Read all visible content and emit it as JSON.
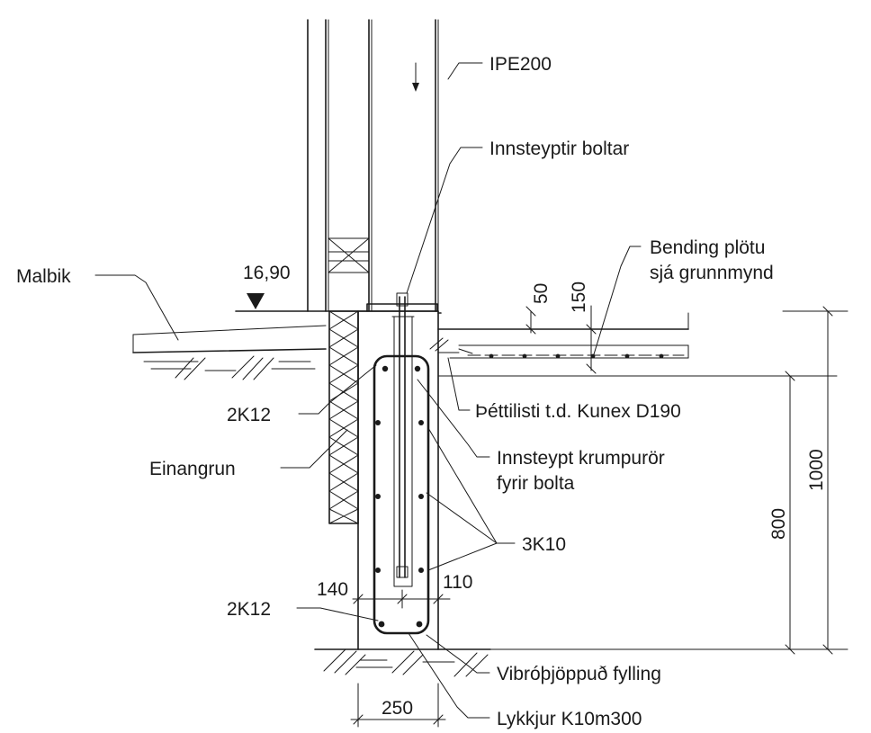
{
  "labels": {
    "ipe200": "IPE200",
    "innsteyptir_boltar": "Innsteyptir boltar",
    "bending_plotu_1": "Bending plötu",
    "bending_plotu_2": "sjá grunnmynd",
    "malbik": "Malbik",
    "elevation": "16,90",
    "dim_50": "50",
    "dim_150": "150",
    "pettilisti": "Þéttilisti t.d. Kunex D190",
    "k12_top": "2K12",
    "einangrun": "Einangrun",
    "krumpuror_1": "Innsteypt krumpurör",
    "krumpuror_2": "fyrir bolta",
    "dim_1000": "1000",
    "dim_800": "800",
    "k10": "3K10",
    "dim_140": "140",
    "dim_110": "110",
    "k12_bottom": "2K12",
    "fylling": "Vibróþjöppuð fylling",
    "dim_250": "250",
    "lykkjur": "Lykkjur K10m300"
  }
}
